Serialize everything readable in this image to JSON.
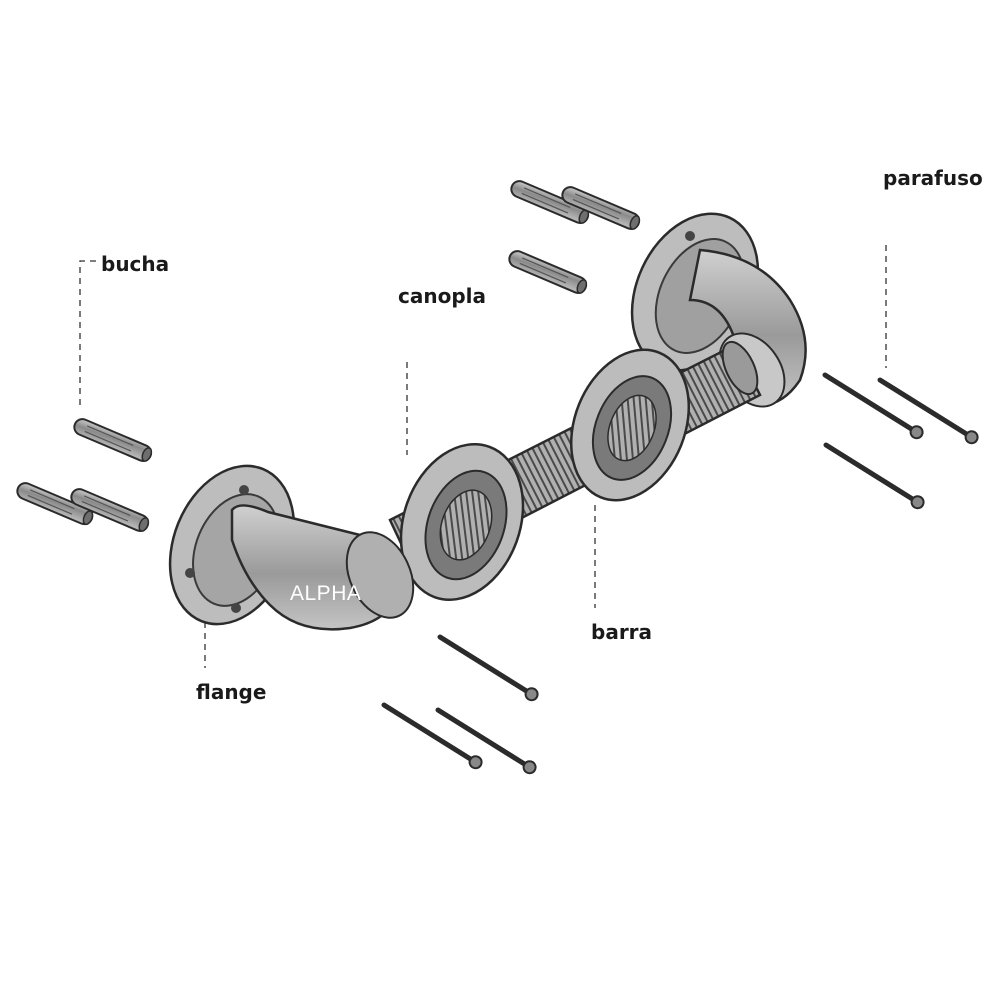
{
  "labels": {
    "bucha": "bucha",
    "canopla": "canopla",
    "parafuso": "parafuso",
    "barra": "barra",
    "flange": "flange"
  },
  "logo_text": "ALPHA",
  "colors": {
    "metal": "#a6a6a6",
    "metal_dark": "#6e6e6e",
    "outline": "#2b2b2b",
    "flange_face": "#bdbdbd"
  }
}
